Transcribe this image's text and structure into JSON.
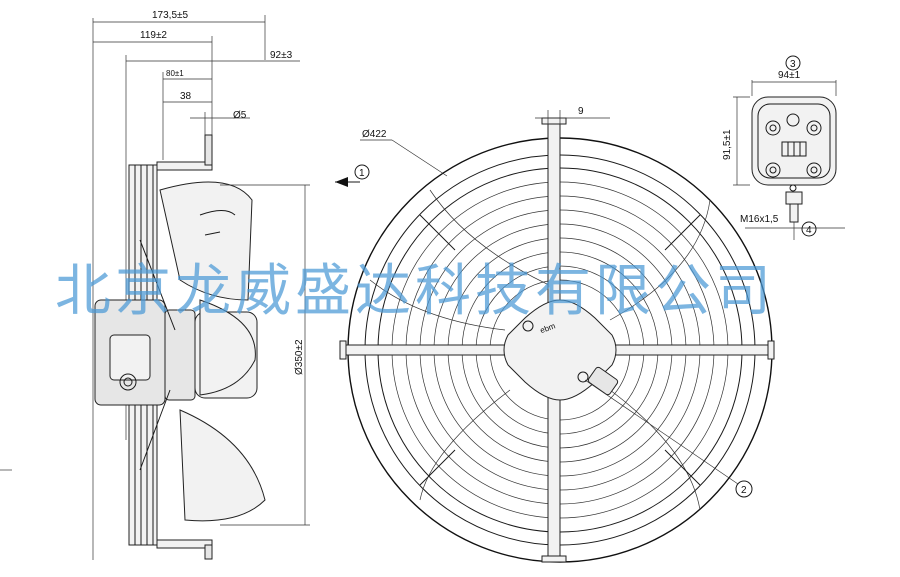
{
  "dimensions": {
    "overall_depth": "173,5±5",
    "depth_119": "119±2",
    "depth_92": "92±3",
    "depth_80": "80±1",
    "depth_38": "38",
    "diameter_5": "Ø5",
    "diameter_422": "Ø422",
    "diameter_350": "Ø350±2",
    "offset_9": "9",
    "box_width": "94±1",
    "box_height": "91,5±1",
    "thread": "M16x1,5"
  },
  "callouts": {
    "airflow": "1",
    "mount_screw": "2",
    "terminal_box": "3",
    "cable_gland": "4"
  },
  "brand_mark": "ebm",
  "watermark": "北京龙威盛达科技有限公司",
  "colors": {
    "line": "#1a1a1a",
    "watermark": "#4a98d6"
  }
}
